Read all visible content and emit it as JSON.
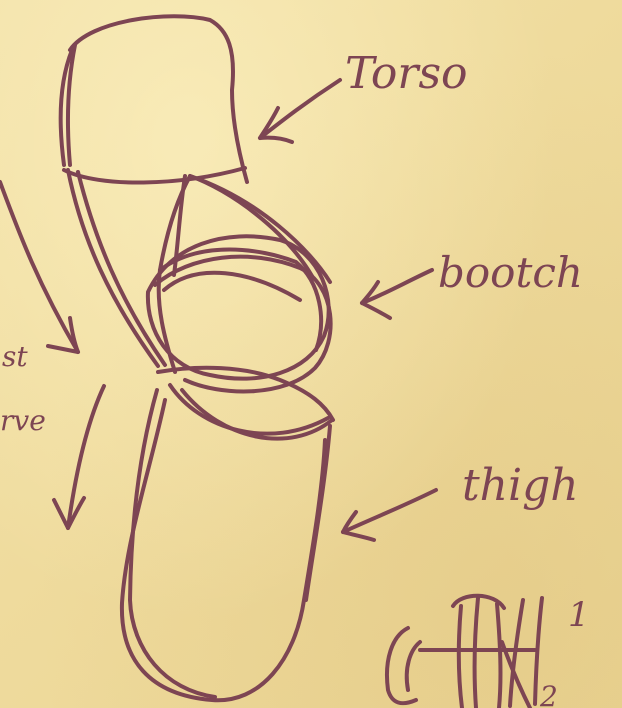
{
  "labels": {
    "torso": "Torso",
    "booty": "bootch",
    "thigh": "thigh",
    "left_partial_top": "st",
    "left_partial_bottom": "rve",
    "number_one": "1",
    "number_two": "2"
  },
  "colors": {
    "paper": "#f0dea4",
    "ink": "#7d4553"
  }
}
